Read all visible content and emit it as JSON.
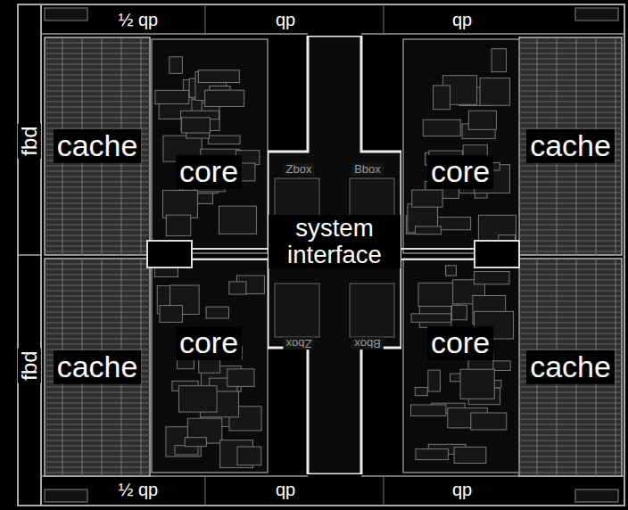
{
  "diagram": {
    "nodes": [
      {
        "text": [
          "cache"
        ]
      },
      {
        "text": [
          "core"
        ]
      },
      {
        "text": [
          "system interface"
        ]
      },
      {
        "text": [
          "core"
        ]
      },
      {
        "text": [
          "cache"
        ]
      },
      {
        "text": [
          "cache"
        ]
      },
      {
        "text": [
          "core"
        ]
      },
      {
        "text": [
          "core"
        ]
      },
      {
        "text": [
          "cache"
        ]
      }
    ],
    "labels": [
      "½ qp",
      "qp",
      "qp",
      "fbd",
      "Zbox",
      "Bbox",
      "Zbox",
      "Bbox",
      "fbd",
      "½ qp",
      "qp",
      "qp"
    ]
  }
}
